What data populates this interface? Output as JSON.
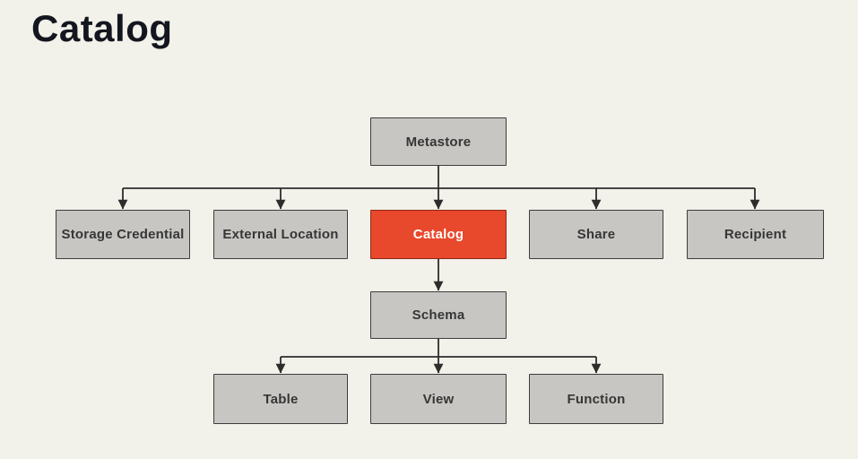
{
  "page": {
    "title": "Catalog"
  },
  "colors": {
    "background": "#F2F1EA",
    "box_fill": "#C7C6C3",
    "box_border": "#3D3D3D",
    "accent": "#E8482C",
    "accent_text": "#FFFFFF",
    "box_text": "#363636",
    "title_text": "#14161F",
    "line": "#2D2D2D"
  },
  "diagram": {
    "nodes": {
      "metastore": {
        "label": "Metastore",
        "highlighted": false
      },
      "storage_credential": {
        "label": "Storage Credential",
        "highlighted": false
      },
      "external_location": {
        "label": "External Location",
        "highlighted": false
      },
      "catalog": {
        "label": "Catalog",
        "highlighted": true
      },
      "share": {
        "label": "Share",
        "highlighted": false
      },
      "recipient": {
        "label": "Recipient",
        "highlighted": false
      },
      "schema": {
        "label": "Schema",
        "highlighted": false
      },
      "table": {
        "label": "Table",
        "highlighted": false
      },
      "view": {
        "label": "View",
        "highlighted": false
      },
      "function": {
        "label": "Function",
        "highlighted": false
      }
    },
    "edges": [
      {
        "from": "metastore",
        "to": "storage_credential"
      },
      {
        "from": "metastore",
        "to": "external_location"
      },
      {
        "from": "metastore",
        "to": "catalog"
      },
      {
        "from": "metastore",
        "to": "share"
      },
      {
        "from": "metastore",
        "to": "recipient"
      },
      {
        "from": "catalog",
        "to": "schema"
      },
      {
        "from": "schema",
        "to": "table"
      },
      {
        "from": "schema",
        "to": "view"
      },
      {
        "from": "schema",
        "to": "function"
      }
    ]
  }
}
